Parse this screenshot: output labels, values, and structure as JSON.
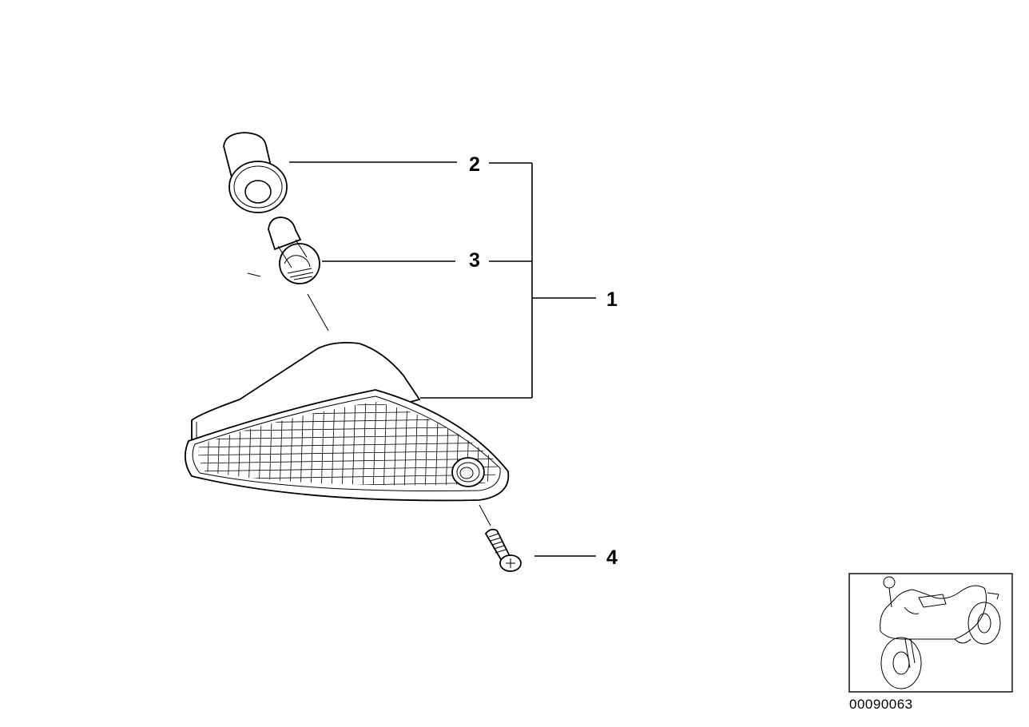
{
  "diagram": {
    "callouts": [
      {
        "id": "1",
        "label": "1"
      },
      {
        "id": "2",
        "label": "2"
      },
      {
        "id": "3",
        "label": "3"
      },
      {
        "id": "4",
        "label": "4"
      }
    ],
    "diagram_code": "00090063",
    "thumbnail_icon": "motorcycle-icon",
    "line_color": "#000000",
    "background_color": "#ffffff"
  }
}
